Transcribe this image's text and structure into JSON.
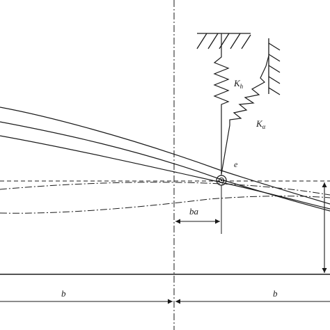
{
  "labels": {
    "k_h": "K",
    "k_h_sub": "h",
    "k_alpha": "K",
    "k_alpha_sub": "α",
    "offset_e": "e",
    "dim_ba": "ba",
    "half_chord_left": "b",
    "half_chord_right": "b"
  },
  "colors": {
    "stroke": "#1a1a1a",
    "background": "#ffffff"
  }
}
